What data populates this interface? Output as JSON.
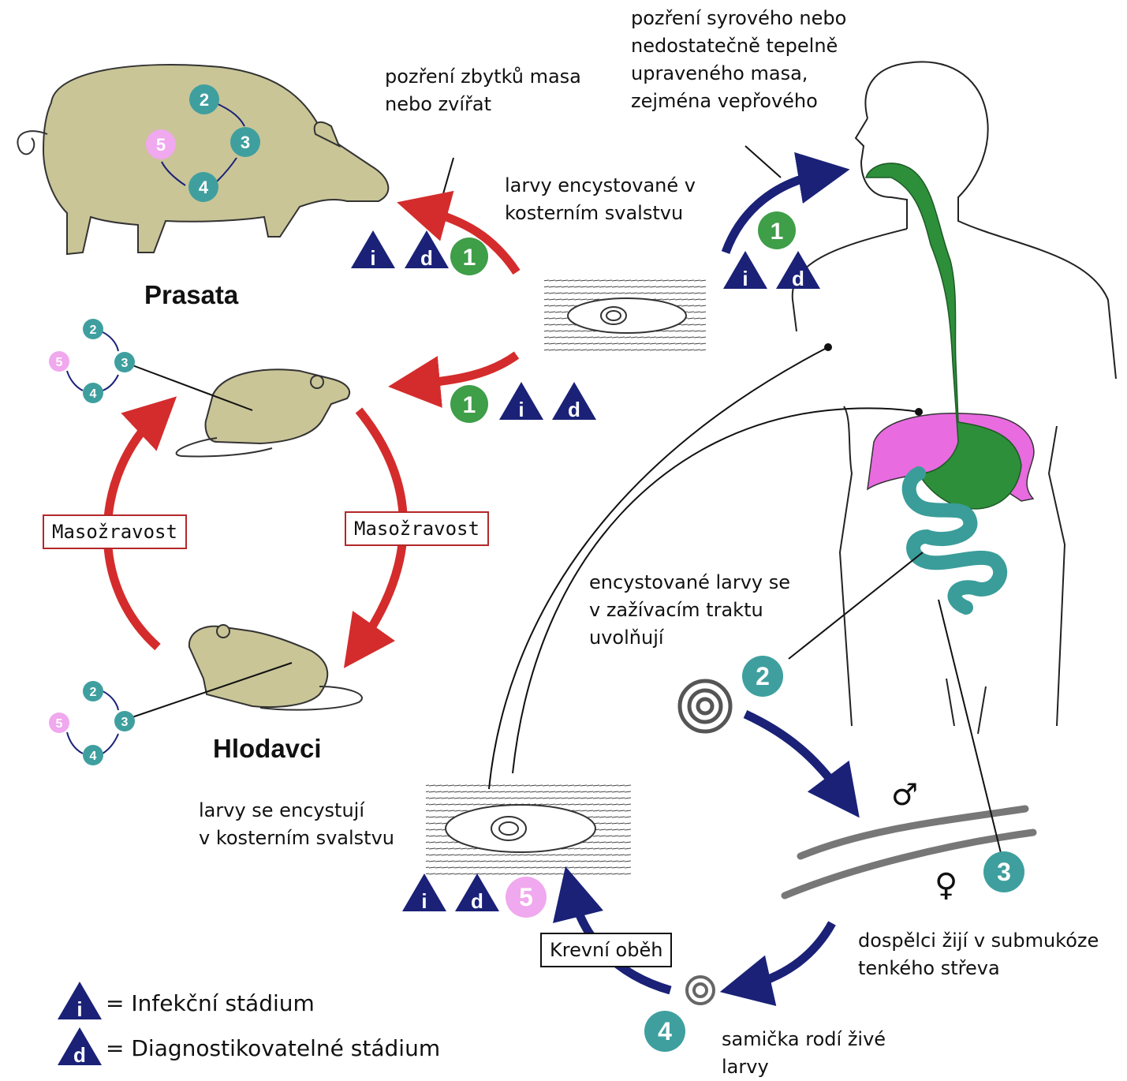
{
  "labels": {
    "pig_ingest": [
      "pozření zbytků masa",
      "nebo zvířat"
    ],
    "human_ingest": [
      "pozření syrového nebo",
      "nedostatečně tepelně",
      "upraveného masa,",
      "zejména vepřového"
    ],
    "larvae_muscle": [
      "larvy encystované v",
      "kosterním svalstvu"
    ],
    "released": [
      "encystované larvy se",
      "v zažívacím traktu",
      "uvolňují"
    ],
    "adults": [
      "dospělci žijí v submukóze",
      "tenkého střeva"
    ],
    "female_births": [
      "samička rodí živé",
      "larvy"
    ],
    "encyst": [
      "larvy se encystují",
      "v kosterním svalstvu"
    ]
  },
  "groups": {
    "pigs": "Prasata",
    "rodents": "Hlodavci"
  },
  "boxes": {
    "carnivory_left": "Masožravost",
    "carnivory_right": "Masožravost",
    "blood": "Krevní oběh"
  },
  "stage_numbers": {
    "s1": "1",
    "s2": "2",
    "s3": "3",
    "s4": "4",
    "s5": "5"
  },
  "markers": {
    "infective": "i",
    "diagnostic": "d"
  },
  "symbols": {
    "male": "♂",
    "female": "♀"
  },
  "legend": {
    "infective": "= Infekční stádium",
    "diagnostic": "= Diagnostikovatelné stádium"
  },
  "colors": {
    "red_arrow": "#d42c2c",
    "blue_arrow": "#1a2177",
    "stage1": "#3f9e48",
    "stage234": "#3f9f9f",
    "stage5": "#f0a8ee",
    "animal": "#c9c597",
    "liver": "#e86be0",
    "gut_green": "#2e8f3a",
    "intestine": "#3a9d9a"
  }
}
